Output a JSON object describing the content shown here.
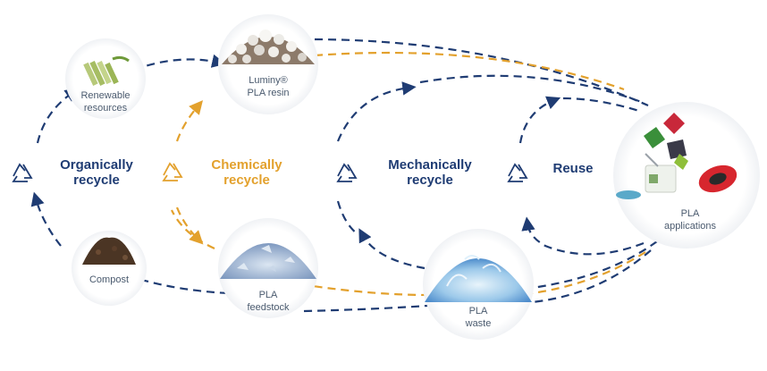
{
  "colors": {
    "navy": "#1f3c73",
    "orange": "#e3a12d",
    "label_gray": "#4a5a6e",
    "circle_fill": "#ffffff"
  },
  "icons": {
    "recycle": "recycle-icon",
    "renewable": "sugarcane-icon",
    "resin": "pla-pellets-icon",
    "compost": "soil-pile-icon",
    "feedstock": "crushed-flakes-icon",
    "waste": "plastic-waste-icon",
    "applications": "capsules-cup-mouse-icon"
  },
  "nodes": {
    "renewable": {
      "line1": "Renewable",
      "line2": "resources"
    },
    "resin": {
      "line1": "Luminy®",
      "line2": "PLA resin"
    },
    "compost": {
      "line1": "Compost"
    },
    "feedstock": {
      "line1": "PLA",
      "line2": "feedstock"
    },
    "waste": {
      "line1": "PLA",
      "line2": "waste"
    },
    "applications": {
      "line1": "PLA",
      "line2": "applications"
    }
  },
  "cycles": {
    "organic": {
      "line1": "Organically",
      "line2": "recycle"
    },
    "chemical": {
      "line1": "Chemically",
      "line2": "recycle"
    },
    "mechanical": {
      "line1": "Mechanically",
      "line2": "recycle"
    },
    "reuse": {
      "line1": "Reuse"
    }
  }
}
